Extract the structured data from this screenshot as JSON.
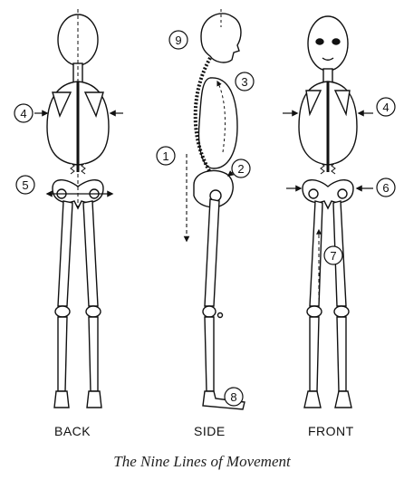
{
  "views": {
    "back": "BACK",
    "side": "SIDE",
    "front": "FRONT"
  },
  "markers": [
    "1",
    "2",
    "3",
    "4",
    "4",
    "5",
    "6",
    "7",
    "8",
    "9"
  ],
  "caption": "The Nine Lines of Movement"
}
